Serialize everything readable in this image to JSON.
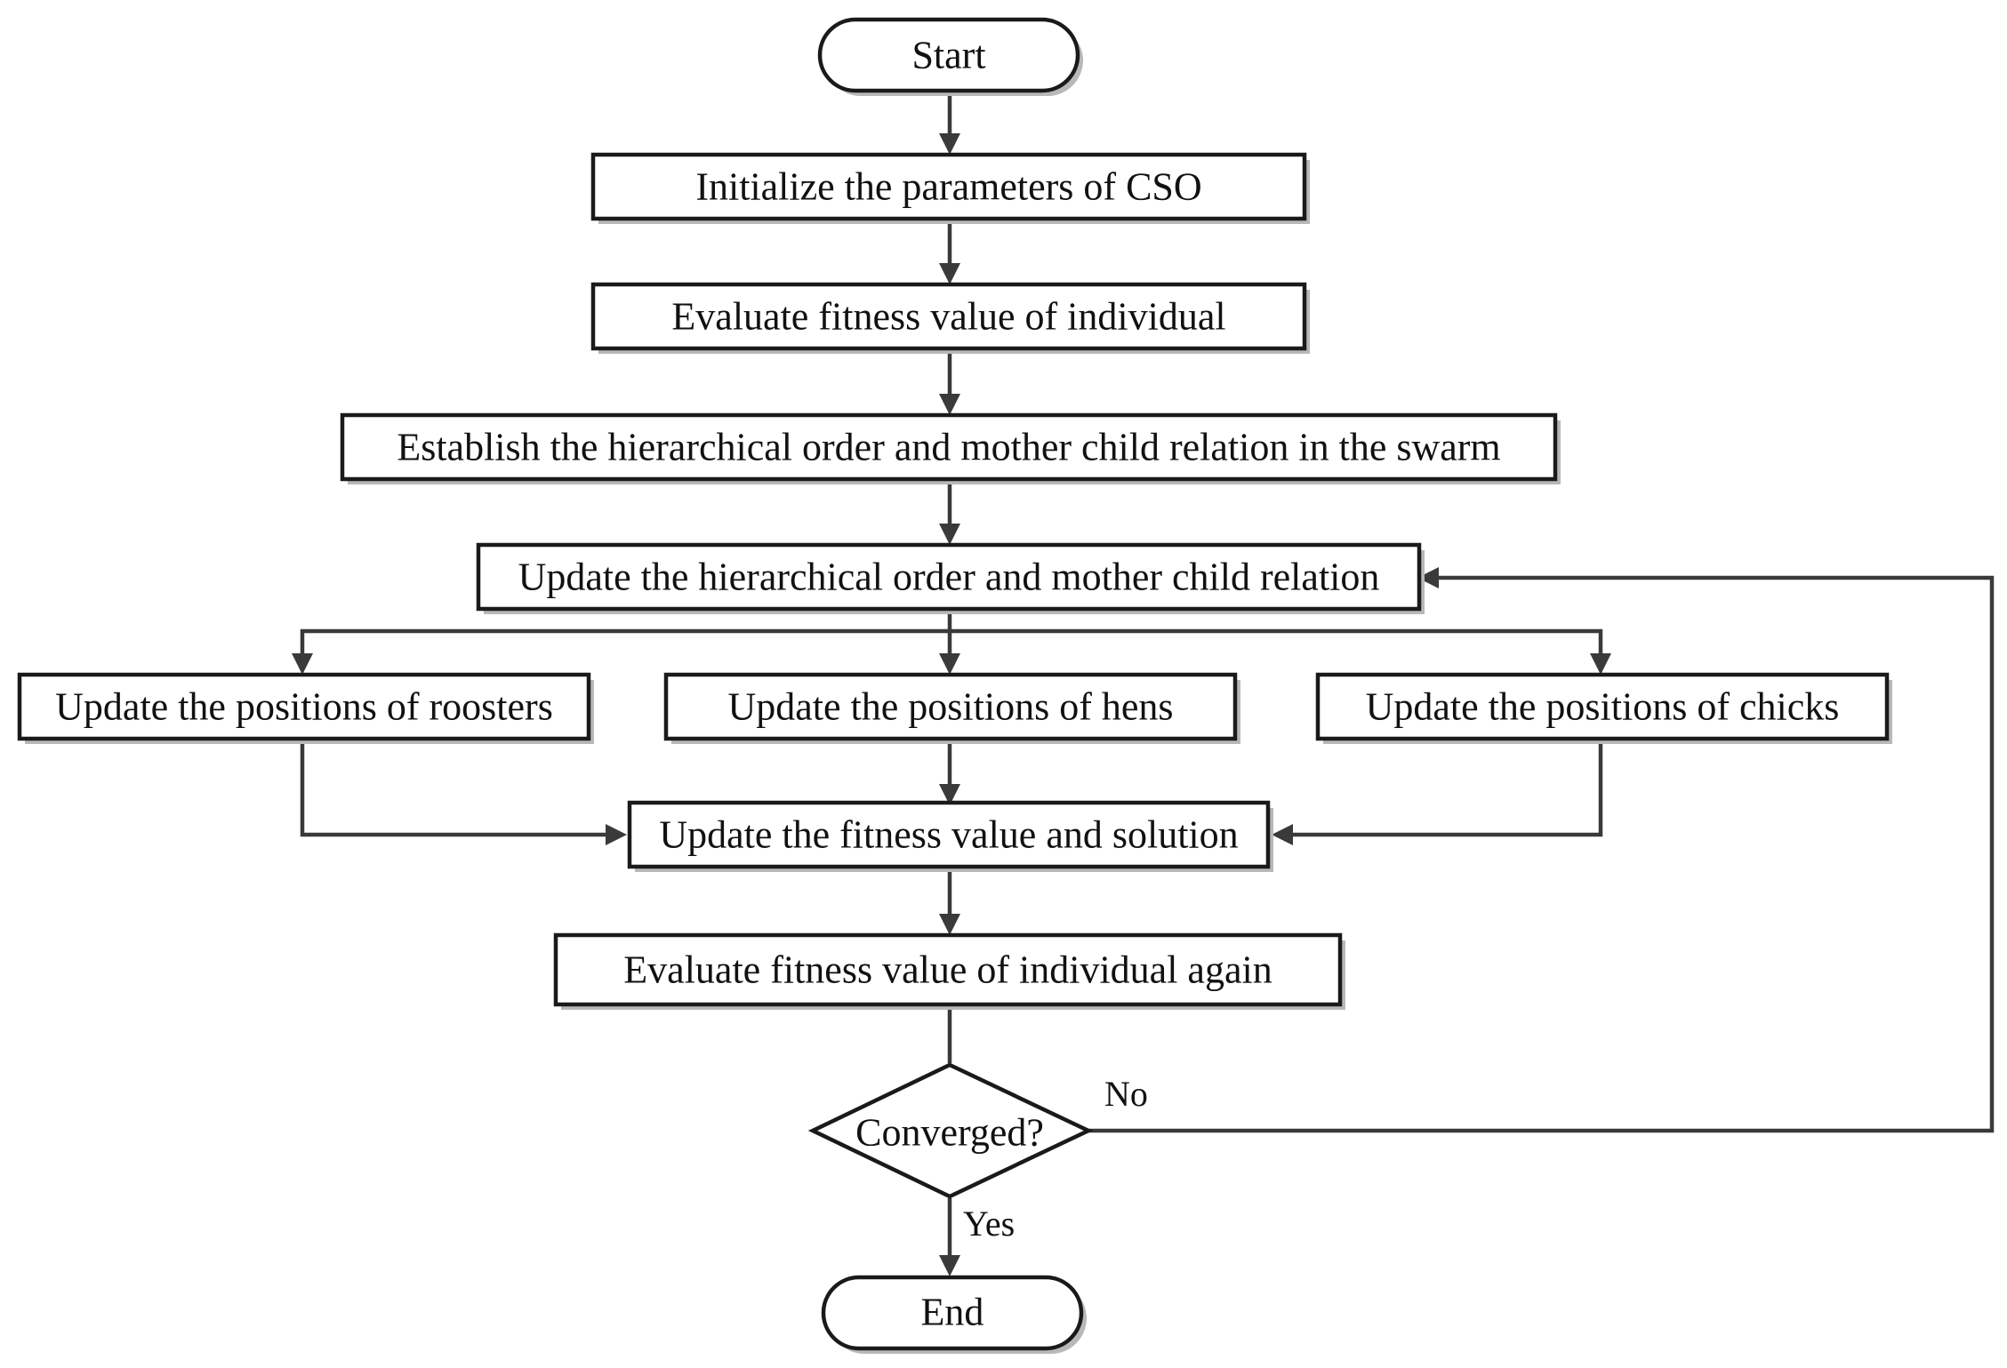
{
  "diagram": {
    "nodes": {
      "start": "Start",
      "init": "Initialize the parameters of CSO",
      "eval1": "Evaluate fitness value of individual",
      "establish": "Establish the hierarchical order and mother child relation in the swarm",
      "update_order": "Update the hierarchical order and mother child relation",
      "roosters": "Update the positions of roosters",
      "hens": "Update the positions of hens",
      "chicks": "Update the positions of chicks",
      "update_fitness": "Update the fitness value and solution",
      "eval2": "Evaluate fitness value of individual again",
      "decision": "Converged?",
      "end": "End"
    },
    "edge_labels": {
      "no": "No",
      "yes": "Yes"
    }
  }
}
